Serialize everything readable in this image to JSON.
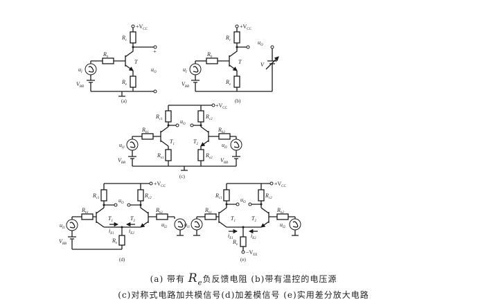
{
  "captions": {
    "line1_a": "(a) 带有 ",
    "line1_re_letter": "R",
    "line1_re_sub": "e",
    "line1_b": "负反馈电阻 (b)带有温控的电压源",
    "line2": "(c)对称式电路加共模信号(d)加差模信号 (e)实用差分放大电路"
  },
  "panels": {
    "a": {
      "tag": "(a)",
      "vcc": "+V",
      "vcc_sub": "CC",
      "rc": "R",
      "rc_sub": "c",
      "rb": "R",
      "rb_sub": "b",
      "re": "R",
      "re_sub": "e",
      "t": "T",
      "ui": "u",
      "ui_sub": "I",
      "vbb": "V",
      "vbb_sub": "BB",
      "uo": "u",
      "uo_sub": "O",
      "plus": "+",
      "minus": "−"
    },
    "b": {
      "tag": "(b)",
      "vcc": "+V",
      "vcc_sub": "CC",
      "rc": "R",
      "rc_sub": "c",
      "rb": "R",
      "rb_sub": "b",
      "re": "R",
      "re_sub": "e",
      "t": "T",
      "ui": "u",
      "ui_sub": "I",
      "vbb": "V",
      "vbb_sub": "BB",
      "uo": "u",
      "uo_sub": "O",
      "v": "V"
    },
    "c": {
      "tag": "(c)",
      "vcc": "+V",
      "vcc_sub": "CC",
      "rc1": "R",
      "rc1_sub": "c1",
      "rc2": "R",
      "rc2_sub": "c2",
      "rb1": "R",
      "rb1_sub": "b1",
      "rb2": "R",
      "rb2_sub": "b2",
      "re1": "R",
      "re1_sub": "e1",
      "re2": "R",
      "re2_sub": "e2",
      "t1": "T",
      "t1_sub": "1",
      "t2": "T",
      "t2_sub": "2",
      "ui1": "u",
      "ui1_sub": "I1",
      "ui2": "u",
      "ui2_sub": "I2",
      "vbb1": "V",
      "vbb1_sub": "BB",
      "vbb2": "V",
      "vbb2_sub": "BB",
      "uo": "u",
      "uo_sub": "O"
    },
    "d": {
      "tag": "(d)",
      "vcc": "+V",
      "vcc_sub": "CC",
      "rc1": "R",
      "rc1_sub": "c1",
      "rc2": "R",
      "rc2_sub": "c2",
      "rb1": "R",
      "rb1_sub": "b1",
      "rb2": "R",
      "rb2_sub": "b2",
      "re": "R",
      "re_sub": "e",
      "t1": "T",
      "t1_sub": "1",
      "t2": "T",
      "t2_sub": "2",
      "ui1": "u",
      "ui1_sub": "I1",
      "ui2": "u",
      "ui2_sub": "I2",
      "ie1": "i",
      "ie1_sub": "E1",
      "ie2": "i",
      "ie2_sub": "E2",
      "vbb": "V",
      "vbb_sub": "BB",
      "uo": "u",
      "uo_sub": "O"
    },
    "e": {
      "tag": "(e)",
      "vcc": "+V",
      "vcc_sub": "CC",
      "vee": "−V",
      "vee_sub": "EE",
      "rc1": "R",
      "rc1_sub": "c1",
      "rc2": "R",
      "rc2_sub": "c2",
      "rb1": "R",
      "rb1_sub": "b1",
      "rb2": "R",
      "rb2_sub": "b2",
      "re": "R",
      "re_sub": "e",
      "t1": "T",
      "t1_sub": "1",
      "t2": "T",
      "t2_sub": "2",
      "ui1": "u",
      "ui1_sub": "I1",
      "ui2": "u",
      "ui2_sub": "I2",
      "ie1": "i",
      "ie1_sub": "E1",
      "ie2": "i",
      "ie2_sub": "E2",
      "uo": "u",
      "uo_sub": "O"
    }
  }
}
